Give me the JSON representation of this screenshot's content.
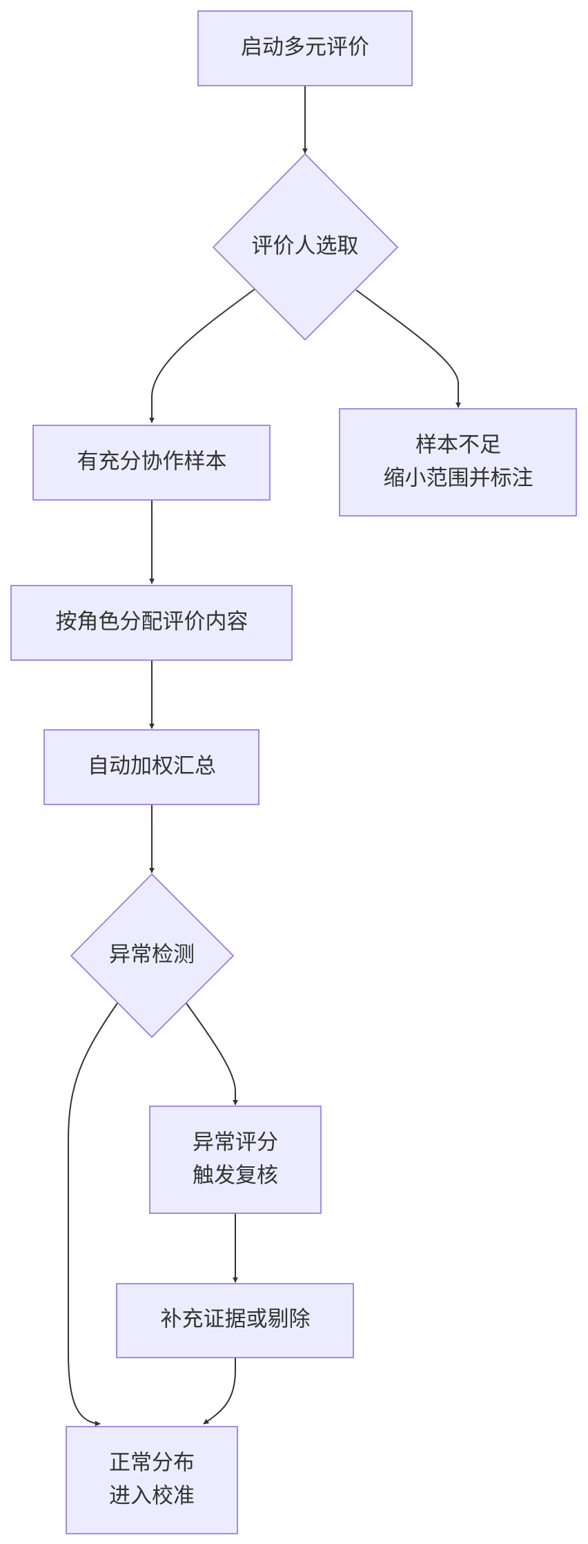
{
  "nodes": {
    "start": {
      "label": "启动多元评价"
    },
    "select": {
      "label": "评价人选取"
    },
    "enough": {
      "label": "有充分协作样本"
    },
    "insufficient": {
      "line1": "样本不足",
      "line2": "缩小范围并标注"
    },
    "assign": {
      "label": "按角色分配评价内容"
    },
    "aggregate": {
      "label": "自动加权汇总"
    },
    "anomaly_check": {
      "label": "异常检测"
    },
    "anomaly_review": {
      "line1": "异常评分",
      "line2": "触发复核"
    },
    "supplement": {
      "label": "补充证据或剔除"
    },
    "normal": {
      "line1": "正常分布",
      "line2": "进入校准"
    }
  },
  "colors": {
    "node_fill": "#ececfe",
    "node_stroke": "#9370db",
    "edge": "#333333",
    "text": "#333333"
  }
}
